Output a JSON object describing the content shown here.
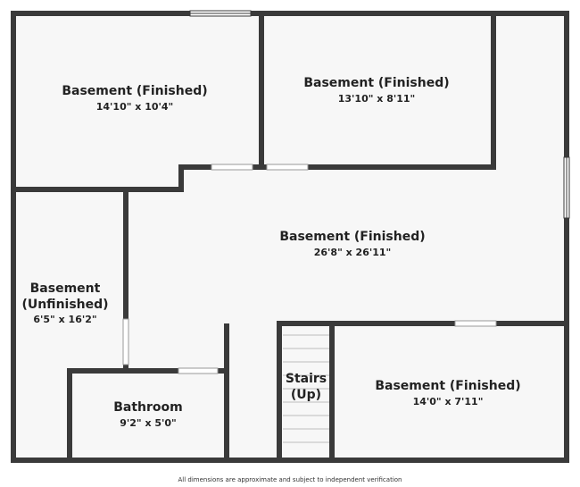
{
  "rooms": [
    {
      "name": "Basement (Finished)",
      "dims": "14'10\" x 10'4\""
    },
    {
      "name": "Basement (Finished)",
      "dims": "13'10\" x 8'11\""
    },
    {
      "name": "Basement (Finished)",
      "dims": "26'8\" x 26'11\""
    },
    {
      "name": "Basement\n(Unfinished)",
      "dims": "6'5\" x 16'2\""
    },
    {
      "name": "Bathroom",
      "dims": "9'2\" x 5'0\""
    },
    {
      "name": "Stairs\n(Up)",
      "dims": ""
    },
    {
      "name": "Basement (Finished)",
      "dims": "14'0\" x 7'11\""
    }
  ],
  "footer": {
    "note": "All dimensions are approximate and subject to independent verification"
  },
  "colors": {
    "wall": "#3a3a3a",
    "floor": "#f7f7f7",
    "window": "#ffffff"
  }
}
